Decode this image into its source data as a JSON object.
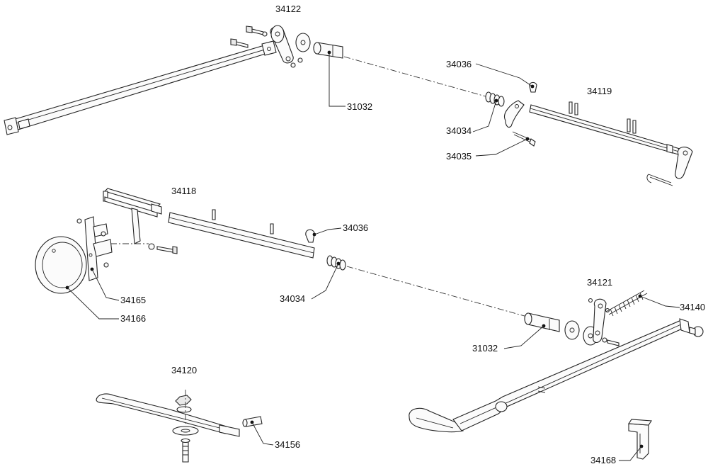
{
  "diagram": {
    "labels": {
      "p34122": "34122",
      "p31032_top": "31032",
      "p34036_top": "34036",
      "p34119": "34119",
      "p34034_top": "34034",
      "p34035": "34035",
      "p34118": "34118",
      "p34036_mid": "34036",
      "p34165": "34165",
      "p34166": "34166",
      "p34034_mid": "34034",
      "p34121": "34121",
      "p34140": "34140",
      "p31032_bot": "31032",
      "p34120": "34120",
      "p34156": "34156",
      "p34168": "34168"
    }
  }
}
